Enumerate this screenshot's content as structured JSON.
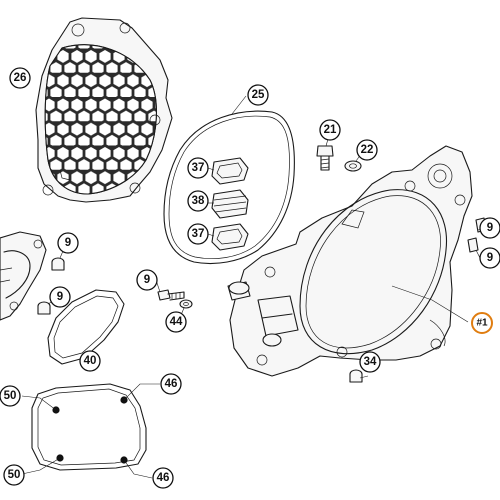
{
  "callouts": [
    {
      "id": "26",
      "label": "26"
    },
    {
      "id": "25",
      "label": "25"
    },
    {
      "id": "21",
      "label": "21"
    },
    {
      "id": "22",
      "label": "22"
    },
    {
      "id": "37a",
      "label": "37"
    },
    {
      "id": "38",
      "label": "38"
    },
    {
      "id": "37b",
      "label": "37"
    },
    {
      "id": "9a",
      "label": "9"
    },
    {
      "id": "9b",
      "label": "9"
    },
    {
      "id": "9c",
      "label": "9"
    },
    {
      "id": "9d",
      "label": "9"
    },
    {
      "id": "9e",
      "label": "9"
    },
    {
      "id": "44",
      "label": "44"
    },
    {
      "id": "40",
      "label": "40"
    },
    {
      "id": "34",
      "label": "34"
    },
    {
      "id": "50a",
      "label": "50"
    },
    {
      "id": "46a",
      "label": "46"
    },
    {
      "id": "50b",
      "label": "50"
    },
    {
      "id": "46b",
      "label": "46"
    }
  ],
  "highlight": {
    "label": "#1",
    "color": "#e07d10"
  }
}
